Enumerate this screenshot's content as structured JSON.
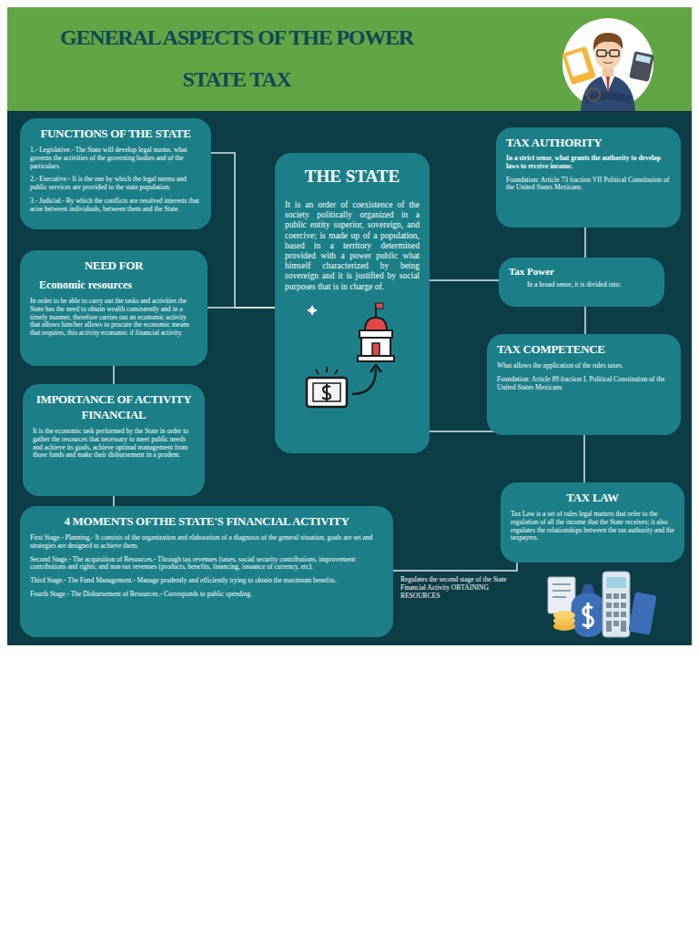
{
  "diagram": {
    "title": "GENERAL ASPECTS OF THE POWER STATE TAX",
    "nodes": [
      {
        "text": [
          "FUNCTIONS OF THE STATE",
          "1.- Legislative.- The State will develop legal norms. what governs the activities of the governing bodies and of the particulars.",
          "2.- Executive.- It is the one by which the legal norms and public services are provided to the state population.",
          "3.- Judicial.- By which the conflicts are resolved interests that arise between individuals, between them and the State."
        ]
      },
      {
        "text": [
          "THE STATE",
          "It is an order of coexistence of the society politically organized in a public entity superior, sovereign, and coercive; is made up of a population, based in a territory determined provided with a power public what himself characterized by being sovereign and it is justified by social purposes that is in charge of."
        ]
      },
      {
        "text": [
          "TAX AUTHORITY",
          "In a strict sense, what grants the authority to develop laws to receive income.",
          "Foundation: Article 73 fraction VII Political Constitution of the United States Mexicans."
        ]
      },
      {
        "text": [
          "NEED FOR",
          "Economic resources",
          "In order to be able to carry out the tasks and activities the State has the need to obtain wealth consistently and in a timely manner, therefore carries out an economic activity that allows him/her allows to procure the economic means that requires, this activity economic if financial activity."
        ]
      },
      {
        "text": [
          "Tax Power",
          "In a broad sense, it is divided into:"
        ]
      },
      {
        "text": [
          "TAX COMPETENCE",
          "What allows the application of the rules taxes.",
          "Foundation: Article 89 fraction I, Political Constitution of the United States Mexicans."
        ]
      },
      {
        "text": [
          "IMPORTANCE OF ACTIVITY FINANCIAL",
          "It is the economic task performed by the State in order to gather the resources that necessary to meet public needs and achieve its goals, achieve optimal management from those funds and make their disbursement in a prudent."
        ]
      },
      {
        "text": [
          "4 MOMENTS OFTHE STATE'S FINANCIAL ACTIVITY",
          "First Stage.- Planning.- It consists of the organization and elaboration of a diagnosis of the general situation, goals are set and strategies are designed to achieve them.",
          "Second Stage.- The acquisition of Resources.- Through tax revenues (taxes, social security contributions, improvement contributions and rights; and non-tax revenues (products, benefits, financing, issuance of currency, etc).",
          "Third Stage.- The Fund Management.- Manage prudently and efficiently trying to obtain the maximum benefits.",
          "Fourth Stage.- The Disbursement of Resources.- Corresponds to public spending."
        ]
      },
      {
        "text": [
          "TAX LAW",
          "Tax Law is a set of rules legal matters that refer to the regulation of all the income that the State receives; it also regulates the relationships between the tax authority and the taxpayers."
        ]
      }
    ],
    "edges": [
      {
        "from": 0,
        "to": 1,
        "arrow": "none"
      },
      {
        "from": 3,
        "to": 1,
        "arrow": "none"
      },
      {
        "from": 1,
        "to": 4,
        "arrow": "none"
      },
      {
        "from": 2,
        "to": 4,
        "arrow": "none"
      },
      {
        "from": 4,
        "to": 5,
        "arrow": "none"
      },
      {
        "from": 1,
        "to": 8,
        "arrow": "none"
      },
      {
        "from": 3,
        "to": 6,
        "arrow": "none"
      },
      {
        "from": 6,
        "to": 7,
        "arrow": "none"
      },
      {
        "from": 8,
        "to": 7,
        "label": "Regulates the second stage of the State Financial Activity OBTAINING RESOURCES",
        "arrow": "none"
      }
    ]
  }
}
